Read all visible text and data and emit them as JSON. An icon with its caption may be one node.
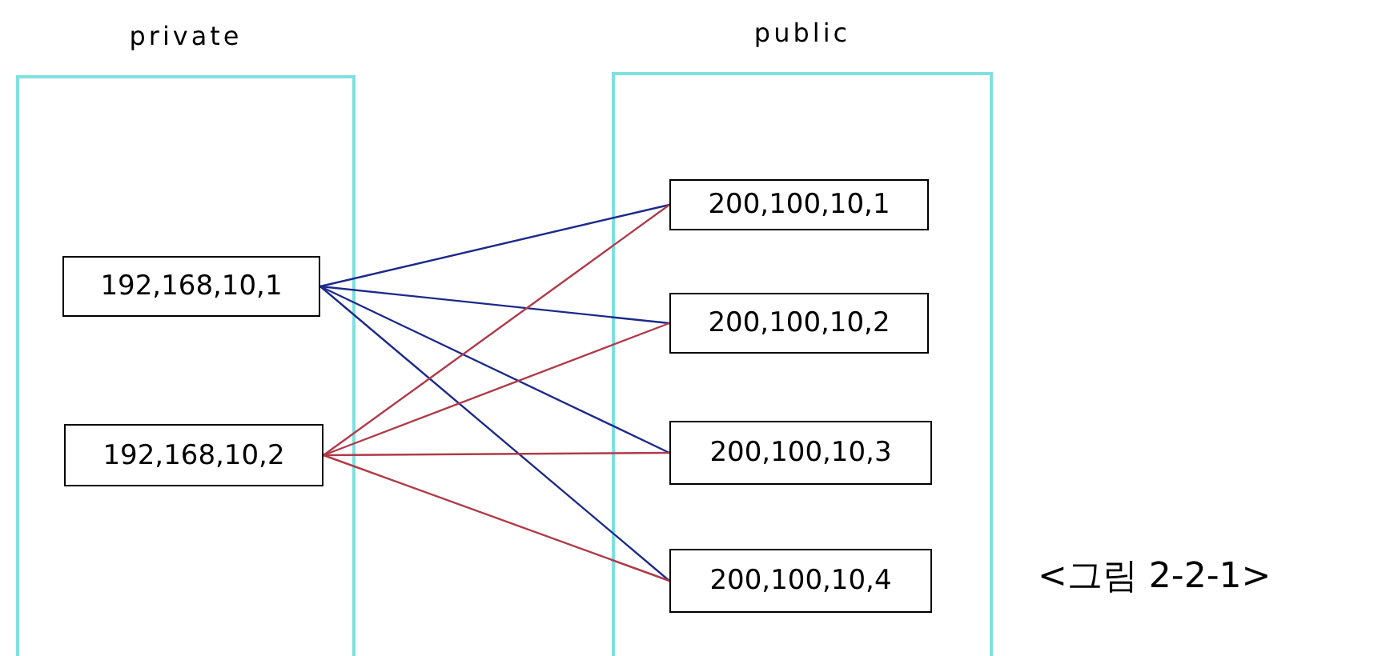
{
  "diagram": {
    "caption": "<그림 2-2-1>",
    "nodes": [
      {
        "text": [
          "private"
        ]
      },
      {
        "text": [
          "public"
        ]
      },
      {
        "text": [
          "192,168,10,1"
        ],
        "in": 0
      },
      {
        "text": [
          "192,168,10,2"
        ],
        "in": 0
      },
      {
        "text": [
          "200,100,10,1"
        ],
        "in": 1
      },
      {
        "text": [
          "200,100,10,2"
        ],
        "in": 1
      },
      {
        "text": [
          "200,100,10,3"
        ],
        "in": 1
      },
      {
        "text": [
          "200,100,10,4"
        ],
        "in": 1
      }
    ],
    "edges": [
      {
        "from": 2,
        "to": 4,
        "arrow": "none",
        "color": "#1c2a8a"
      },
      {
        "from": 2,
        "to": 5,
        "arrow": "none",
        "color": "#1c2a8a"
      },
      {
        "from": 2,
        "to": 6,
        "arrow": "none",
        "color": "#1c2a8a"
      },
      {
        "from": 2,
        "to": 7,
        "arrow": "none",
        "color": "#1c2a8a"
      },
      {
        "from": 3,
        "to": 4,
        "arrow": "none",
        "color": "#b03a48"
      },
      {
        "from": 3,
        "to": 5,
        "arrow": "none",
        "color": "#b03a48"
      },
      {
        "from": 3,
        "to": 6,
        "arrow": "none",
        "color": "#b03a48"
      },
      {
        "from": 3,
        "to": 7,
        "arrow": "none",
        "color": "#b03a48"
      }
    ]
  }
}
